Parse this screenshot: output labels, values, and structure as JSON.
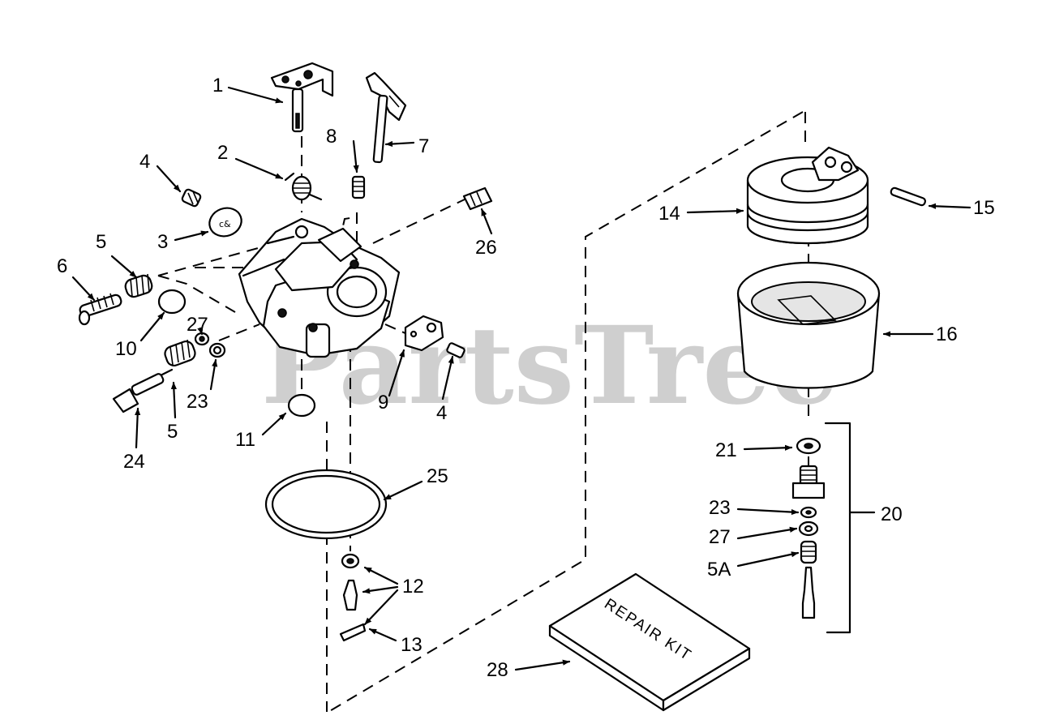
{
  "watermark": "PartsTree",
  "repair_kit_label": "REPAIR KIT",
  "callouts": {
    "c1": "1",
    "c2": "2",
    "c3": "3",
    "c4a": "4",
    "c4b": "4",
    "c5a": "5",
    "c5b": "5",
    "c5A": "5A",
    "c6": "6",
    "c7": "7",
    "c8": "8",
    "c9": "9",
    "c10": "10",
    "c11": "11",
    "c12": "12",
    "c13": "13",
    "c14": "14",
    "c15": "15",
    "c16": "16",
    "c20": "20",
    "c21": "21",
    "c23a": "23",
    "c23b": "23",
    "c24": "24",
    "c25": "25",
    "c26": "26",
    "c27a": "27",
    "c27b": "27",
    "c28": "28"
  }
}
